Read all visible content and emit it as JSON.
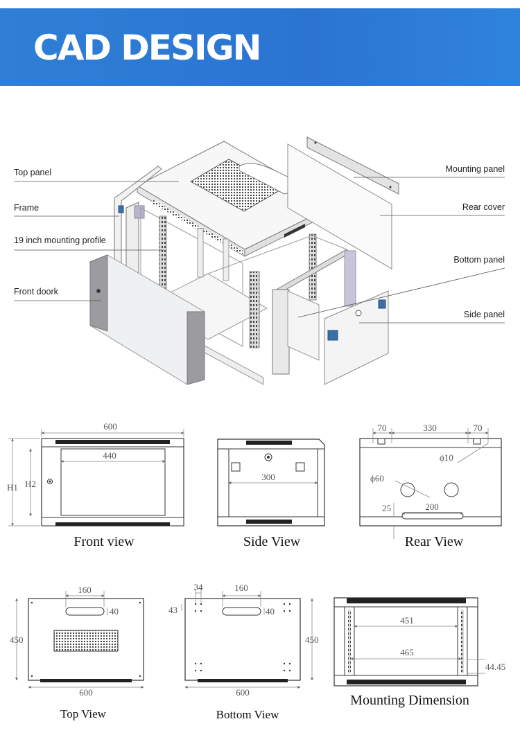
{
  "header": {
    "title": "CAD DESIGN",
    "color": "#2b74d2"
  },
  "exploded_view": {
    "left_labels": [
      "Top panel",
      "Frame",
      "19 inch mounting profile",
      "Front doork"
    ],
    "right_labels": [
      "Mounting panel",
      "Rear cover",
      "Bottom panel",
      "Side panel"
    ]
  },
  "front_view": {
    "caption": "Front view",
    "width": "600",
    "inner_width": "440",
    "h1": "H1",
    "h2": "H2"
  },
  "side_view": {
    "caption": "Side View",
    "depth": "300"
  },
  "rear_view": {
    "caption": "Rear View",
    "d1": "70",
    "d2": "330",
    "d3": "70",
    "hole_small": "ϕ10",
    "hole_large": "ϕ60",
    "slot": "200",
    "offset": "25"
  },
  "top_view": {
    "caption": "Top View",
    "slot_width": "160",
    "slot_height": "40",
    "depth": "450",
    "width": "600"
  },
  "bottom_view": {
    "caption": "Bottom View",
    "slot_width": "160",
    "slot_height": "40",
    "hole_x": "34",
    "hole_y": "43",
    "depth": "450",
    "width": "600"
  },
  "mounting_dimension": {
    "caption": "Mounting Dimension",
    "inner": "451",
    "outer": "465",
    "pitch": "44.45"
  }
}
